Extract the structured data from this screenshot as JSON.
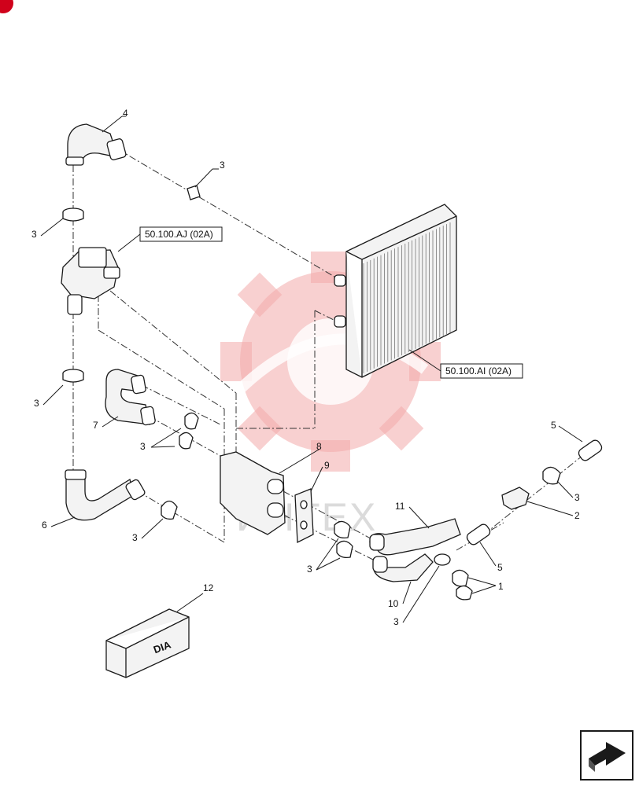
{
  "callouts": {
    "c1": "1",
    "c2": "2",
    "c3a": "3",
    "c3b": "3",
    "c3c": "3",
    "c3d": "3",
    "c3e": "3",
    "c3f": "3",
    "c3g": "3",
    "c3h": "3",
    "c4": "4",
    "c5a": "5",
    "c5b": "5",
    "c6": "6",
    "c7": "7",
    "c8": "8",
    "c9": "9",
    "c10": "10",
    "c11": "11",
    "c12": "12"
  },
  "references": {
    "ref_aj": "50.100.AJ (02A)",
    "ref_ai": "50.100.AI (02A)"
  },
  "crate_label": "DIA",
  "watermark_text": "ИНТЕХ",
  "icons": {
    "corner_badge": "corner-badge-icon",
    "next_page": "next-page-arrow-icon"
  },
  "colors": {
    "watermark": "#f2a9a9",
    "line": "#1a1a1a",
    "badge": "#d0021b"
  }
}
